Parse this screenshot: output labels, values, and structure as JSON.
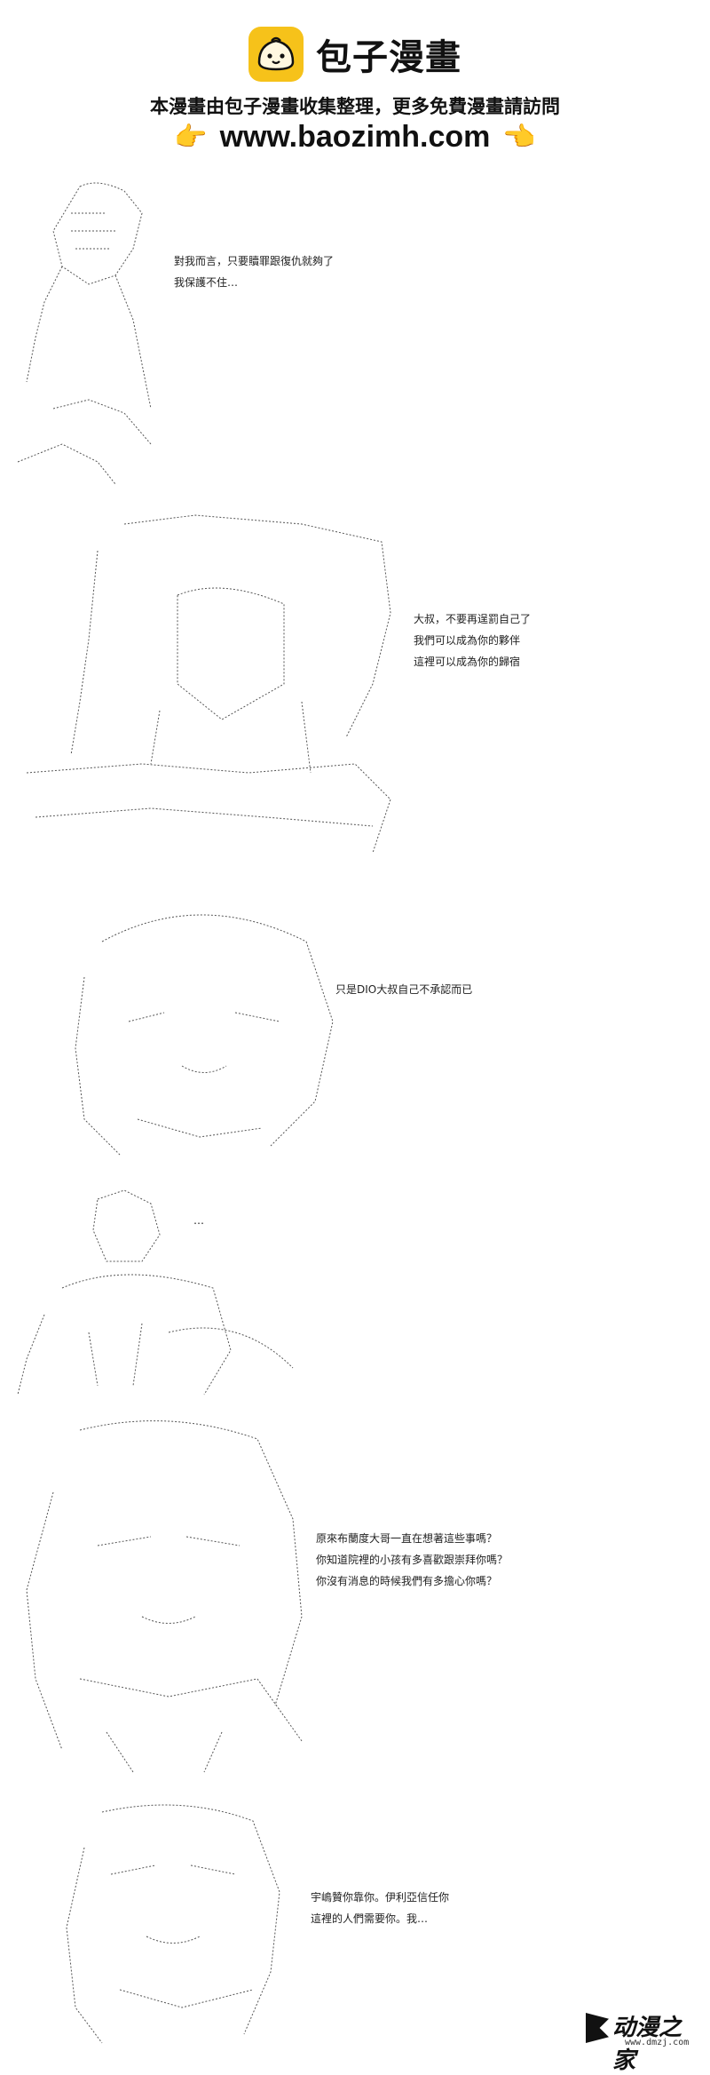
{
  "header": {
    "brand": "包子漫畫",
    "notice": "本漫畫由包子漫畫收集整理，更多免費漫畫請訪問",
    "url": "www.baozimh.com",
    "hand_left": "👉",
    "hand_right": "👈",
    "logo_color": "#f6c21a"
  },
  "panels": [
    {
      "lines": [
        "對我而言，只要贖罪跟復仇就夠了",
        "我保護不住…"
      ]
    },
    {
      "lines": [
        "大叔，不要再逞罰自己了",
        "我們可以成為你的夥伴",
        "這裡可以成為你的歸宿"
      ]
    },
    {
      "lines": [
        "只是DIO大叔自己不承認而已"
      ]
    },
    {
      "lines": [
        "…"
      ]
    },
    {
      "lines": [
        "原來布蘭度大哥一直在想著這些事嗎？",
        "你知道院裡的小孩有多喜歡跟崇拜你嗎？",
        "你沒有消息的時候我們有多擔心你嗎？"
      ]
    },
    {
      "lines": [
        "宇嶋贊你靠你。伊利亞信任你",
        "這裡的人們需要你。我…"
      ]
    }
  ],
  "footer": {
    "name": "动漫之家",
    "site": "www.dmzj.com"
  }
}
